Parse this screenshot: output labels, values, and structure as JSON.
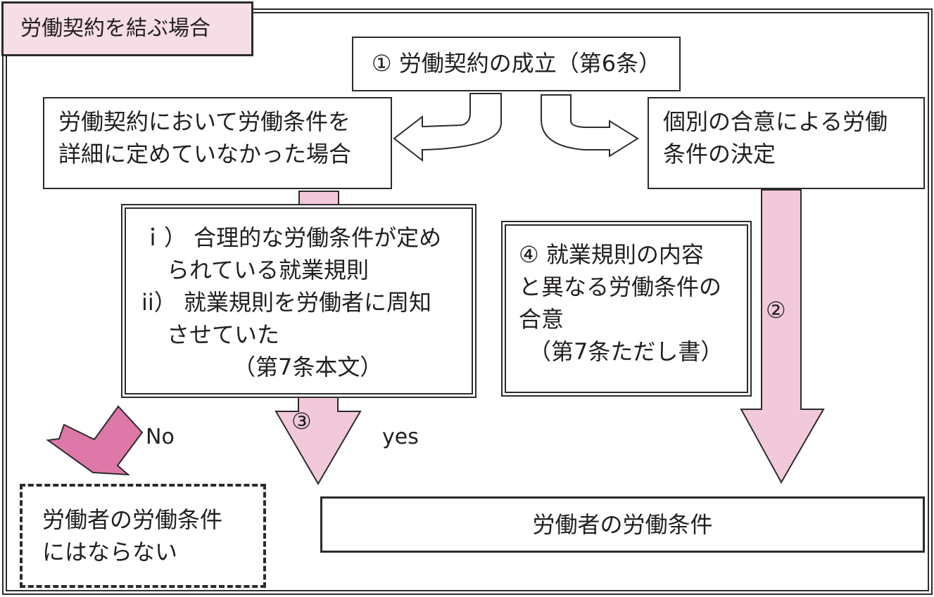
{
  "title": "労働契約を結ぶ場合",
  "colors": {
    "pink_fill": "#f2c9db",
    "dark_pink_fill": "#de78a8",
    "title_fill": "#f6dde6",
    "stroke": "#2b2b2b"
  },
  "nodes": {
    "formation": "① 労働契約の成立（第6条）",
    "undefined_conditions": [
      "労働契約において労働条件を",
      "詳細に定めていなかった場合"
    ],
    "individual_agreement": [
      "個別の合意による労働",
      "条件の決定"
    ],
    "requirements": [
      "ｉ） 合理的な労働条件が定め",
      "られている就業規則",
      "ii） 就業規則を労働者に周知",
      "させていた",
      "（第7条本文）"
    ],
    "different_agreement": [
      "④ 就業規則の内容",
      "と異なる労働条件の",
      "合意",
      "（第7条ただし書）"
    ],
    "not_conditions": [
      "労働者の労働条件",
      "にはならない"
    ],
    "worker_conditions": "労働者の労働条件"
  },
  "labels": {
    "no": "No",
    "yes": "yes",
    "arrow2": "②",
    "arrow3": "③"
  }
}
